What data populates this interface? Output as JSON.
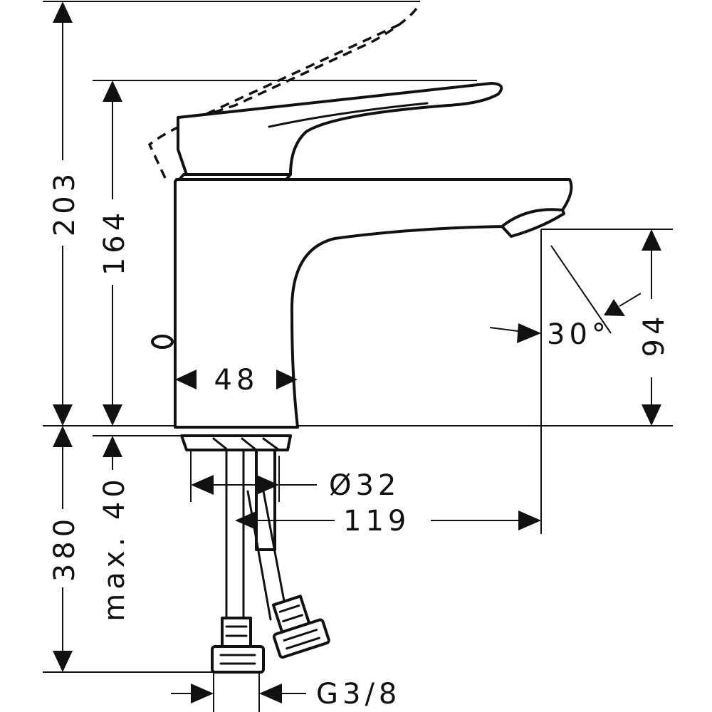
{
  "dimensions": {
    "total_height": "203",
    "spout_lever_height": "164",
    "body_width": "48",
    "outlet_height": "94",
    "spray_angle": "30°",
    "hole_diameter": "Ø32",
    "spout_projection": "119",
    "max_counter_thickness": "max. 40",
    "hose_length": "380",
    "connection_thread": "G3/8"
  }
}
